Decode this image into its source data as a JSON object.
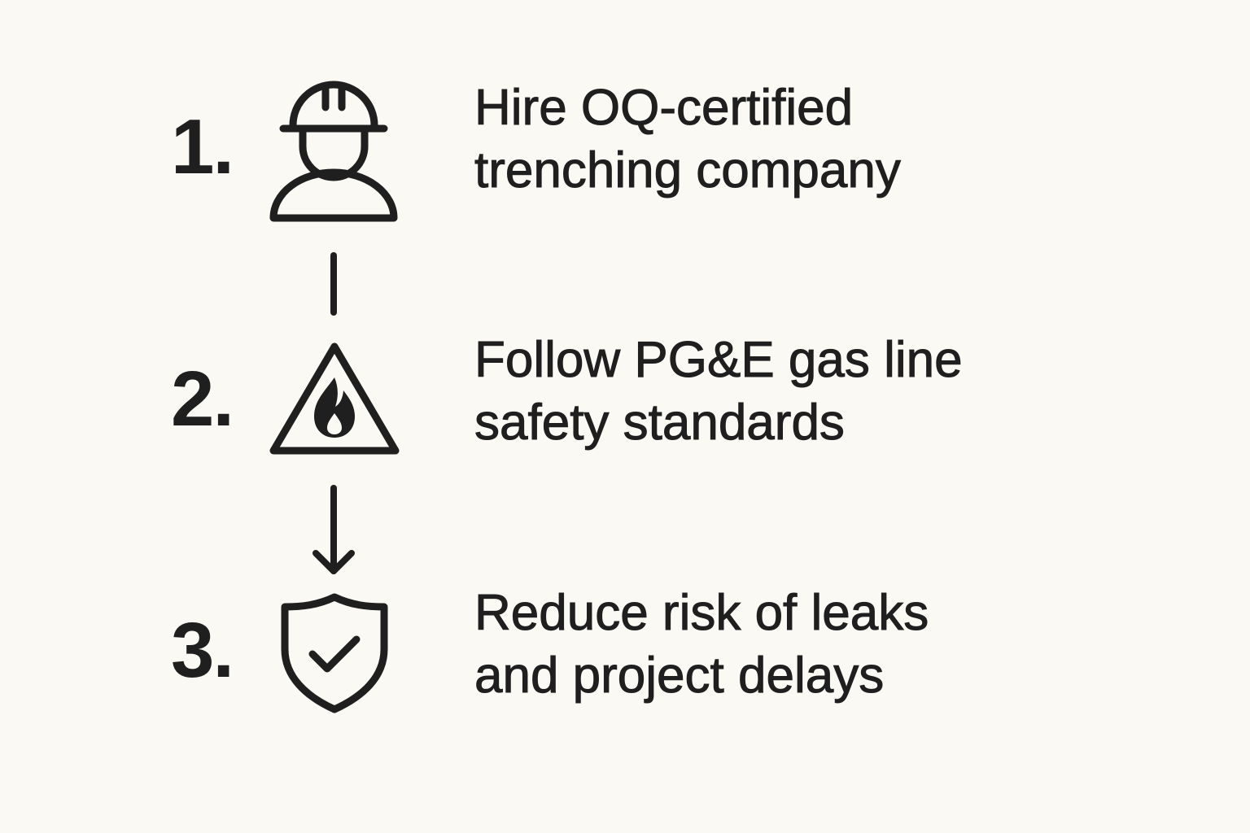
{
  "steps": [
    {
      "number": "1.",
      "icon": "worker-hard-hat-icon",
      "lines": [
        "Hire OQ-certified",
        "trenching company"
      ]
    },
    {
      "number": "2.",
      "icon": "flammable-warning-triangle-icon",
      "lines": [
        "Follow PG&E gas line",
        "safety standards"
      ]
    },
    {
      "number": "3.",
      "icon": "shield-check-icon",
      "lines": [
        "Reduce risk of leaks",
        "and project delays"
      ]
    }
  ],
  "colors": {
    "background": "#fbf9f4",
    "ink": "#1f1f1f"
  }
}
